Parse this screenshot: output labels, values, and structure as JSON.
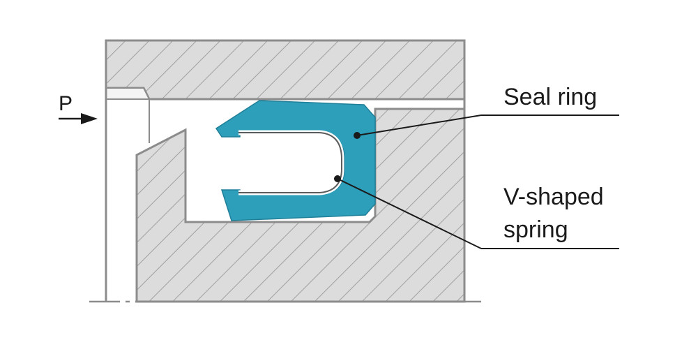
{
  "labels": {
    "pressure": "P",
    "seal_ring": "Seal ring",
    "spring_line1": "V-shaped",
    "spring_line2": "spring"
  },
  "colors": {
    "seal": "#2e9fba",
    "housing_fill": "#dcdcdc",
    "hatch": "#9a9a9a",
    "outline": "#8c8c8c",
    "ink": "#1a1a1a"
  }
}
